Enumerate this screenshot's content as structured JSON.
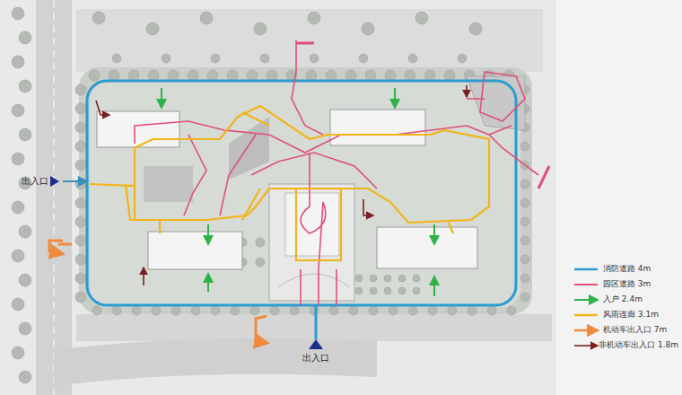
{
  "diagram": {
    "labels": [
      "出入口",
      "出入口"
    ],
    "legend": [
      {
        "text": "消防道路 4m"
      },
      {
        "text": "园区道路 3m"
      },
      {
        "text": "入户 2.4m"
      },
      {
        "text": "风雨连廊 3.1m"
      },
      {
        "text": "机动车出入口 7m"
      },
      {
        "text": "非机动车出入口 1.8m"
      }
    ]
  }
}
